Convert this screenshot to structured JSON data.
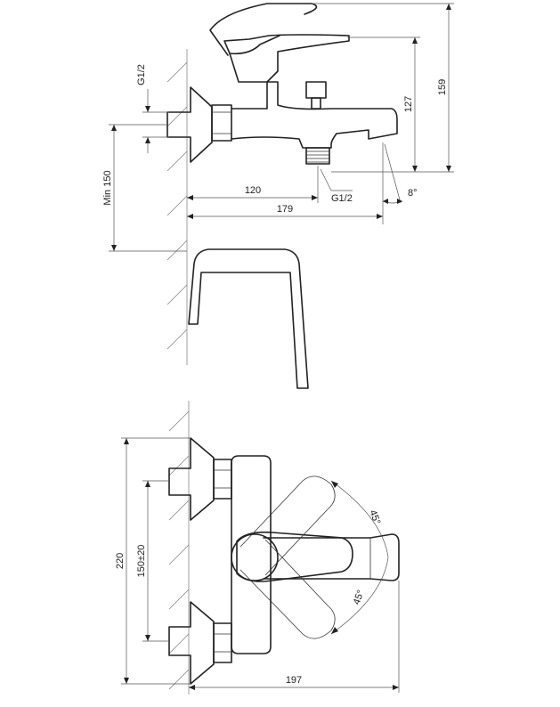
{
  "side_view": {
    "dims": {
      "thread_left": "G1/2",
      "min_wall": "Min 150",
      "height_127": "127",
      "height_159": "159",
      "len_120": "120",
      "len_179": "179",
      "thread_bottom": "G1/2",
      "angle": "8°"
    }
  },
  "top_view": {
    "dims": {
      "height_220": "220",
      "spacing": "150±20",
      "len_197": "197",
      "angle_upper": "45°",
      "angle_lower": "45°"
    }
  }
}
